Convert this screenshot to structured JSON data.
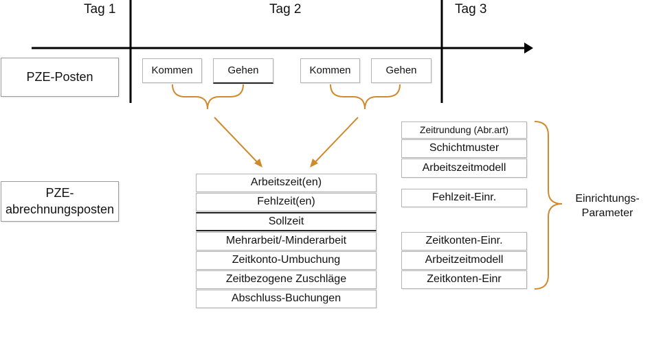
{
  "timeline": {
    "days": [
      "Tag 1",
      "Tag 2",
      "Tag 3"
    ]
  },
  "rows": {
    "posten_label": "PZE-Posten",
    "abrechnung_label": "PZE-\nabrechnungsposten"
  },
  "events": [
    {
      "kommen": "Kommen",
      "gehen": "Gehen"
    },
    {
      "kommen": "Kommen",
      "gehen": "Gehen"
    }
  ],
  "abrechnungsposten": [
    "Arbeitszeit(en)",
    "Fehlzeit(en)",
    "Sollzeit",
    "Mehrarbeit/-Minderarbeit",
    "Zeitkonto-Umbuchung",
    "Zeitbezogene Zuschläge",
    "Abschluss-Buchungen"
  ],
  "parameters": {
    "group1": [
      "Zeitrundung (Abr.art)",
      "Schichtmuster",
      "Arbeitszeitmodell"
    ],
    "group2": [
      "Fehlzeit-Einr."
    ],
    "group3": [
      "Zeitkonten-Einr.",
      "Arbeitzeitmodell",
      "Zeitkonten-Einr"
    ],
    "label": "Einrichtungs-\nParameter"
  },
  "colors": {
    "accent": "#d08a2e",
    "line": "#000000",
    "border": "#b3b3b3"
  }
}
